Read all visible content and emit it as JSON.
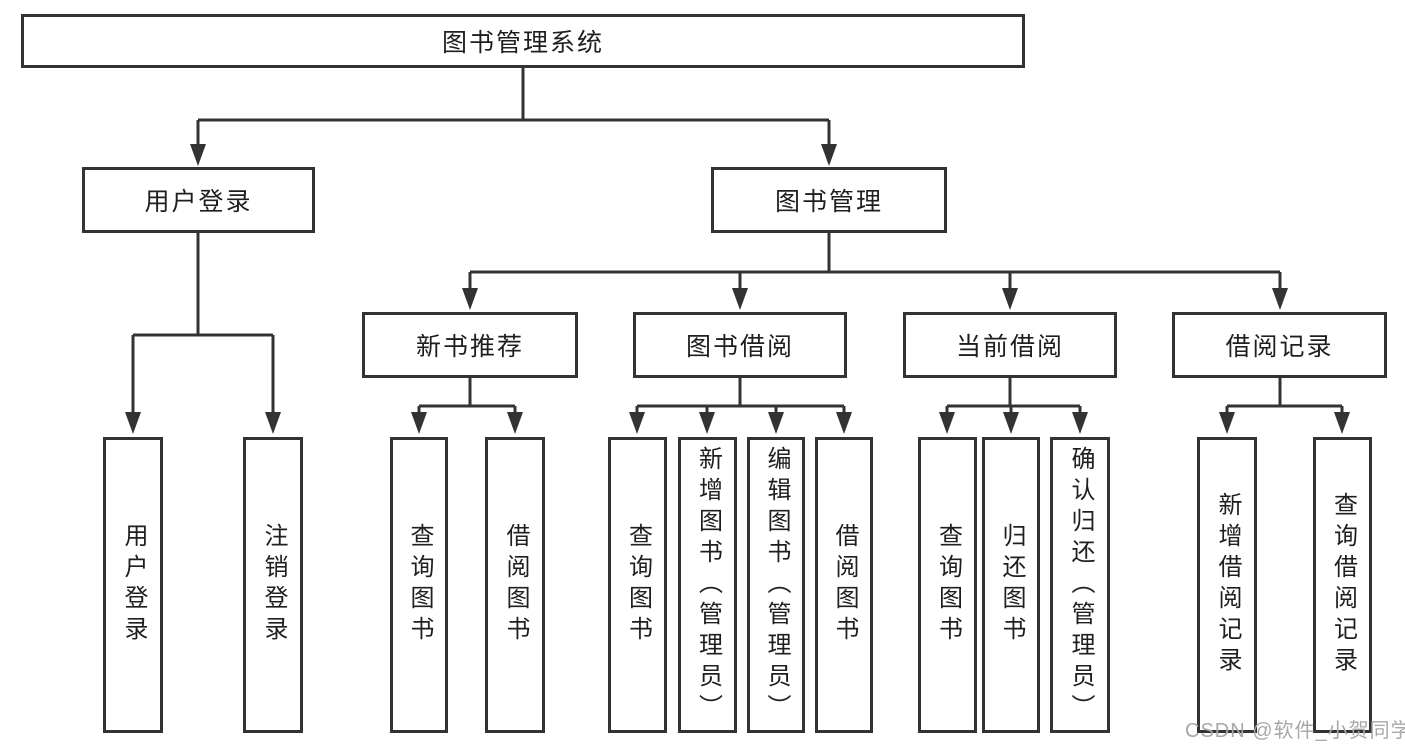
{
  "diagram": {
    "root": {
      "label": "图书管理系统",
      "children": [
        {
          "label": "用户登录",
          "children": [
            {
              "label": "用户登录"
            },
            {
              "label": "注销登录"
            }
          ]
        },
        {
          "label": "图书管理",
          "children": [
            {
              "label": "新书推荐",
              "children": [
                {
                  "label": "查询图书"
                },
                {
                  "label": "借阅图书"
                }
              ]
            },
            {
              "label": "图书借阅",
              "children": [
                {
                  "label": "查询图书"
                },
                {
                  "label": "新增图书（管理员）"
                },
                {
                  "label": "编辑图书（管理员）"
                },
                {
                  "label": "借阅图书"
                }
              ]
            },
            {
              "label": "当前借阅",
              "children": [
                {
                  "label": "查询图书"
                },
                {
                  "label": "归还图书"
                },
                {
                  "label": "确认归还（管理员）"
                }
              ]
            },
            {
              "label": "借阅记录",
              "children": [
                {
                  "label": "新增借阅记录"
                },
                {
                  "label": "查询借阅记录"
                }
              ]
            }
          ]
        }
      ]
    }
  },
  "watermark": {
    "text": "CSDN @软件_小贺同学"
  },
  "colors": {
    "line": "#333333",
    "box_border": "#333333",
    "text": "#1f1f1f",
    "watermark": "#a8a8a8",
    "background": "#ffffff"
  }
}
